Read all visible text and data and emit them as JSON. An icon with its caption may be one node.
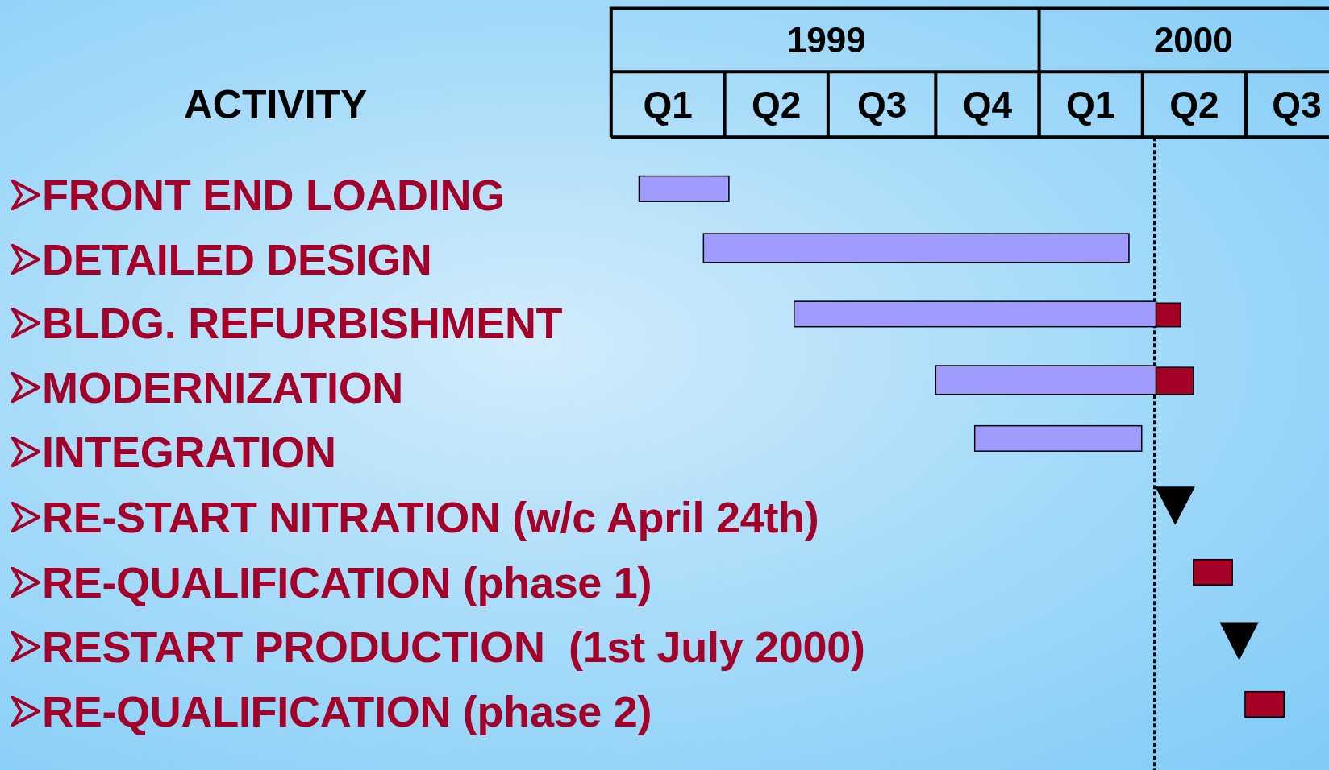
{
  "diagram": {
    "labels": [
      "1999",
      "2000",
      "ACTIVITY",
      "Q1",
      "Q2",
      "Q3",
      "Q4",
      "Q1",
      "Q2",
      "Q3",
      "FRONT END LOADING",
      "DETAILED DESIGN",
      "BLDG. REFURBISHMENT",
      "MODERNIZATION",
      "INTEGRATION",
      "RE-START NITRATION (w/c April 24th)",
      "RE-QUALIFICATION (phase 1)",
      "RESTART PRODUCTION  (1st July 2000)",
      "RE-QUALIFICATION (phase 2)"
    ]
  }
}
